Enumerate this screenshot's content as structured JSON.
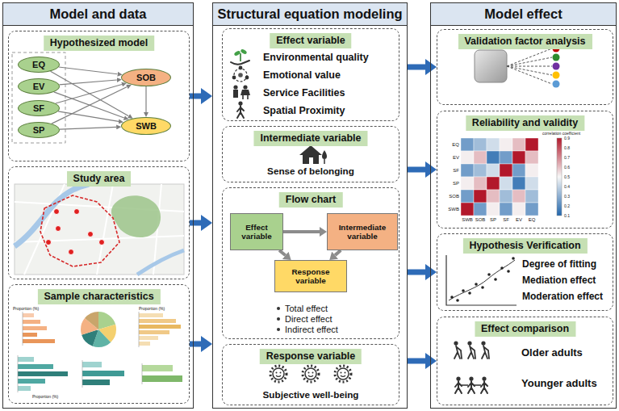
{
  "diagram": {
    "nodes": [
      {
        "text": [
          "Model and data"
        ]
      },
      {
        "text": [
          "Hypothesized model"
        ],
        "in": 0
      },
      {
        "text": [
          "EQ"
        ],
        "in": 1
      },
      {
        "text": [
          "EV"
        ],
        "in": 1
      },
      {
        "text": [
          "SF"
        ],
        "in": 1
      },
      {
        "text": [
          "SP"
        ],
        "in": 1
      },
      {
        "text": [
          "SOB"
        ],
        "in": 1
      },
      {
        "text": [
          "SWB"
        ],
        "in": 1
      },
      {
        "text": [
          "Study area"
        ],
        "in": 0
      },
      {
        "text": [
          "Sample characteristics"
        ],
        "in": 0
      },
      {
        "text": [
          "Structural equation modeling"
        ]
      },
      {
        "text": [
          "Effect variable",
          "Environmental quality",
          "Emotional value",
          "Service Facilities",
          "Spatial Proximity"
        ],
        "in": 10
      },
      {
        "text": [
          "Intermediate variable",
          "Sense of belonging"
        ],
        "in": 10
      },
      {
        "text": [
          "Flow chart",
          "Total effect",
          "Direct effect",
          "Indirect effect"
        ],
        "in": 10
      },
      {
        "text": [
          "Effect variable"
        ],
        "in": 13
      },
      {
        "text": [
          "Intermediate variable"
        ],
        "in": 13
      },
      {
        "text": [
          "Response variable"
        ],
        "in": 13
      },
      {
        "text": [
          "Response variable",
          "Subjective well-being"
        ],
        "in": 10
      },
      {
        "text": [
          "Model effect"
        ]
      },
      {
        "text": [
          "Validation factor analysis"
        ],
        "in": 18
      },
      {
        "text": [
          "Reliability and validity"
        ],
        "in": 18
      },
      {
        "text": [
          "Hypothesis Verification",
          "Degree of fitting",
          "Mediation effect",
          "Moderation effect"
        ],
        "in": 18
      },
      {
        "text": [
          "Effect comparison",
          "Older adults",
          "Younger adults"
        ],
        "in": 18
      }
    ],
    "edges": [
      {
        "from": 2,
        "to": 6,
        "arrow": "to"
      },
      {
        "from": 3,
        "to": 6,
        "arrow": "to"
      },
      {
        "from": 4,
        "to": 6,
        "arrow": "to"
      },
      {
        "from": 5,
        "to": 6,
        "arrow": "to"
      },
      {
        "from": 2,
        "to": 7,
        "arrow": "to"
      },
      {
        "from": 3,
        "to": 7,
        "arrow": "to"
      },
      {
        "from": 4,
        "to": 7,
        "arrow": "to"
      },
      {
        "from": 5,
        "to": 7,
        "arrow": "to"
      },
      {
        "from": 6,
        "to": 7,
        "arrow": "to"
      },
      {
        "from": 14,
        "to": 15,
        "arrow": "to"
      },
      {
        "from": 14,
        "to": 16,
        "arrow": "to"
      },
      {
        "from": 15,
        "to": 16,
        "arrow": "to"
      },
      {
        "from": 1,
        "to": 10,
        "arrow": "to"
      },
      {
        "from": 8,
        "to": 10,
        "arrow": "to"
      },
      {
        "from": 9,
        "to": 10,
        "arrow": "to"
      },
      {
        "from": 10,
        "to": 19,
        "arrow": "to"
      },
      {
        "from": 10,
        "to": 20,
        "arrow": "to"
      },
      {
        "from": 10,
        "to": 21,
        "arrow": "to"
      },
      {
        "from": 10,
        "to": 22,
        "arrow": "to"
      }
    ],
    "labels": [
      "EQ",
      "EV",
      "SF",
      "SP",
      "SOB",
      "SWB",
      "SWB",
      "SOB",
      "SP",
      "SF",
      "EV",
      "EQ",
      "0.9",
      "0.8",
      "0.7",
      "0.6",
      "0.5",
      "0.4",
      "0.3",
      "0.2",
      "0.1",
      "correlation coefficient",
      "Proportion (%)",
      "Proportion (%)",
      "Proportion (%)"
    ]
  }
}
